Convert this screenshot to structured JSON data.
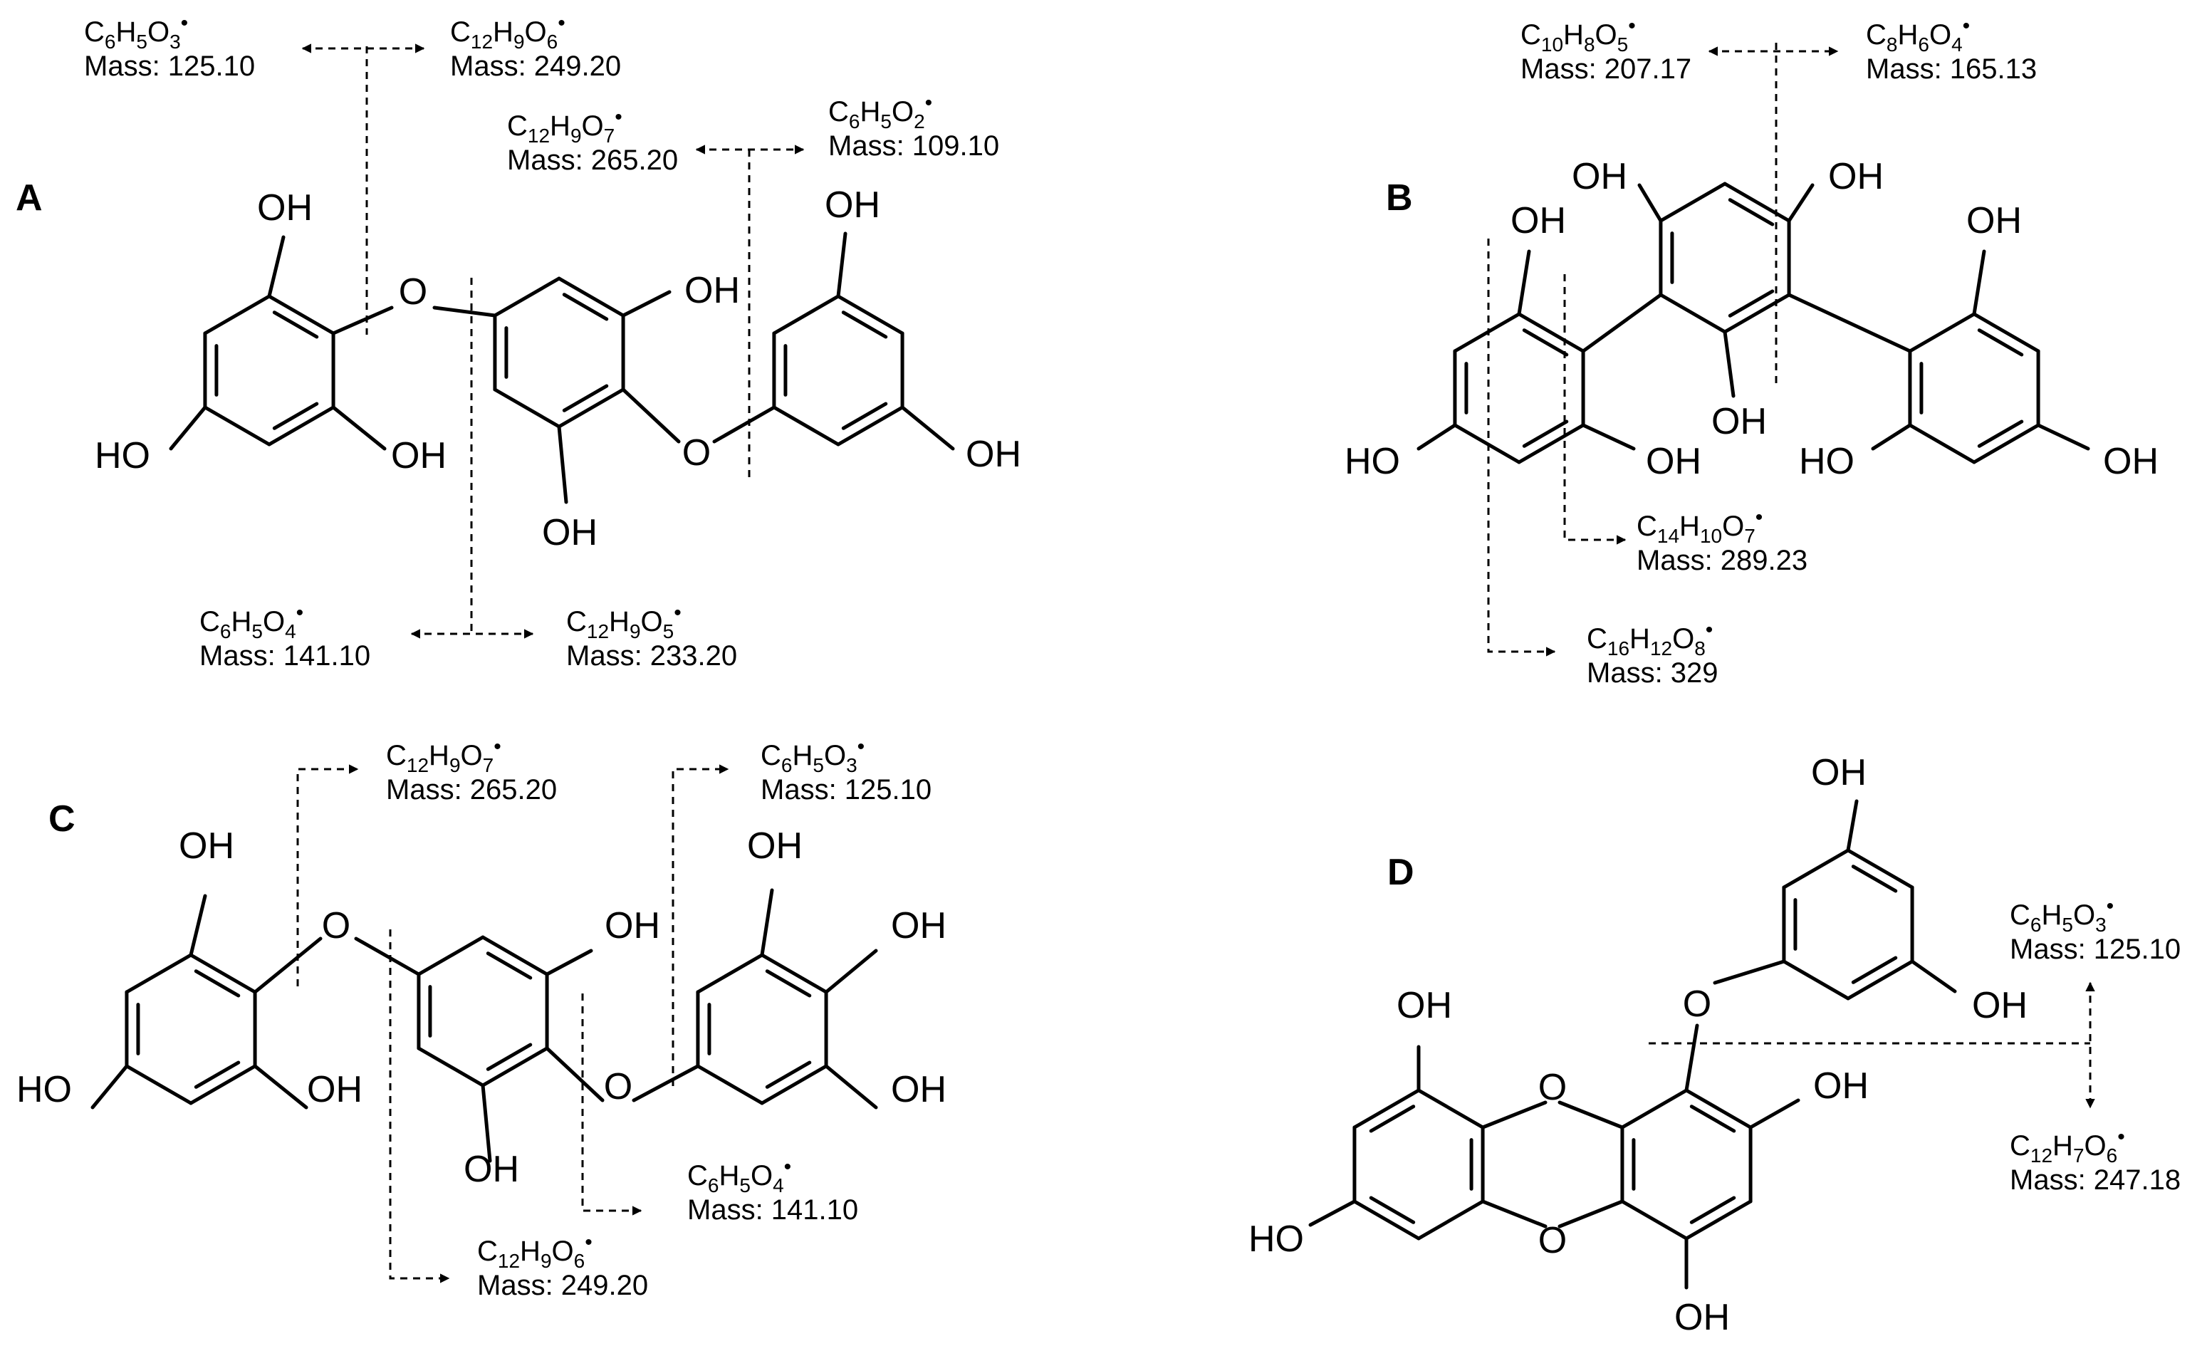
{
  "panels": [
    {
      "label": "A"
    },
    {
      "label": "B"
    },
    {
      "label": "C"
    },
    {
      "label": "D"
    }
  ],
  "atoms": {
    "hydroxyl": "OH",
    "hydroxyl_left": "HO",
    "oxygen": "O"
  },
  "fragments": [
    {
      "formula": [
        [
          "C",
          "6"
        ],
        [
          "H",
          "5"
        ],
        [
          "O",
          "3"
        ]
      ],
      "mass": "Mass: 125.10"
    },
    {
      "formula": [
        [
          "C",
          "12"
        ],
        [
          "H",
          "9"
        ],
        [
          "O",
          "6"
        ]
      ],
      "mass": "Mass: 249.20"
    },
    {
      "formula": [
        [
          "C",
          "12"
        ],
        [
          "H",
          "9"
        ],
        [
          "O",
          "7"
        ]
      ],
      "mass": "Mass: 265.20"
    },
    {
      "formula": [
        [
          "C",
          "6"
        ],
        [
          "H",
          "5"
        ],
        [
          "O",
          "2"
        ]
      ],
      "mass": "Mass: 109.10"
    },
    {
      "formula": [
        [
          "C",
          "6"
        ],
        [
          "H",
          "5"
        ],
        [
          "O",
          "4"
        ]
      ],
      "mass": "Mass: 141.10"
    },
    {
      "formula": [
        [
          "C",
          "12"
        ],
        [
          "H",
          "9"
        ],
        [
          "O",
          "5"
        ]
      ],
      "mass": "Mass: 233.20"
    },
    {
      "formula": [
        [
          "C",
          "10"
        ],
        [
          "H",
          "8"
        ],
        [
          "O",
          "5"
        ]
      ],
      "mass": "Mass: 207.17"
    },
    {
      "formula": [
        [
          "C",
          "8"
        ],
        [
          "H",
          "6"
        ],
        [
          "O",
          "4"
        ]
      ],
      "mass": "Mass: 165.13"
    },
    {
      "formula": [
        [
          "C",
          "14"
        ],
        [
          "H",
          "10"
        ],
        [
          "O",
          "7"
        ]
      ],
      "mass": "Mass: 289.23"
    },
    {
      "formula": [
        [
          "C",
          "16"
        ],
        [
          "H",
          "12"
        ],
        [
          "O",
          "8"
        ]
      ],
      "mass": "Mass: 329"
    },
    {
      "formula": [
        [
          "C",
          "12"
        ],
        [
          "H",
          "9"
        ],
        [
          "O",
          "7"
        ]
      ],
      "mass": "Mass: 265.20"
    },
    {
      "formula": [
        [
          "C",
          "6"
        ],
        [
          "H",
          "5"
        ],
        [
          "O",
          "3"
        ]
      ],
      "mass": "Mass: 125.10"
    },
    {
      "formula": [
        [
          "C",
          "6"
        ],
        [
          "H",
          "5"
        ],
        [
          "O",
          "4"
        ]
      ],
      "mass": "Mass: 141.10"
    },
    {
      "formula": [
        [
          "C",
          "12"
        ],
        [
          "H",
          "9"
        ],
        [
          "O",
          "6"
        ]
      ],
      "mass": "Mass: 249.20"
    },
    {
      "formula": [
        [
          "C",
          "6"
        ],
        [
          "H",
          "5"
        ],
        [
          "O",
          "3"
        ]
      ],
      "mass": "Mass: 125.10"
    },
    {
      "formula": [
        [
          "C",
          "12"
        ],
        [
          "H",
          "7"
        ],
        [
          "O",
          "6"
        ]
      ],
      "mass": "Mass: 247.18"
    }
  ]
}
